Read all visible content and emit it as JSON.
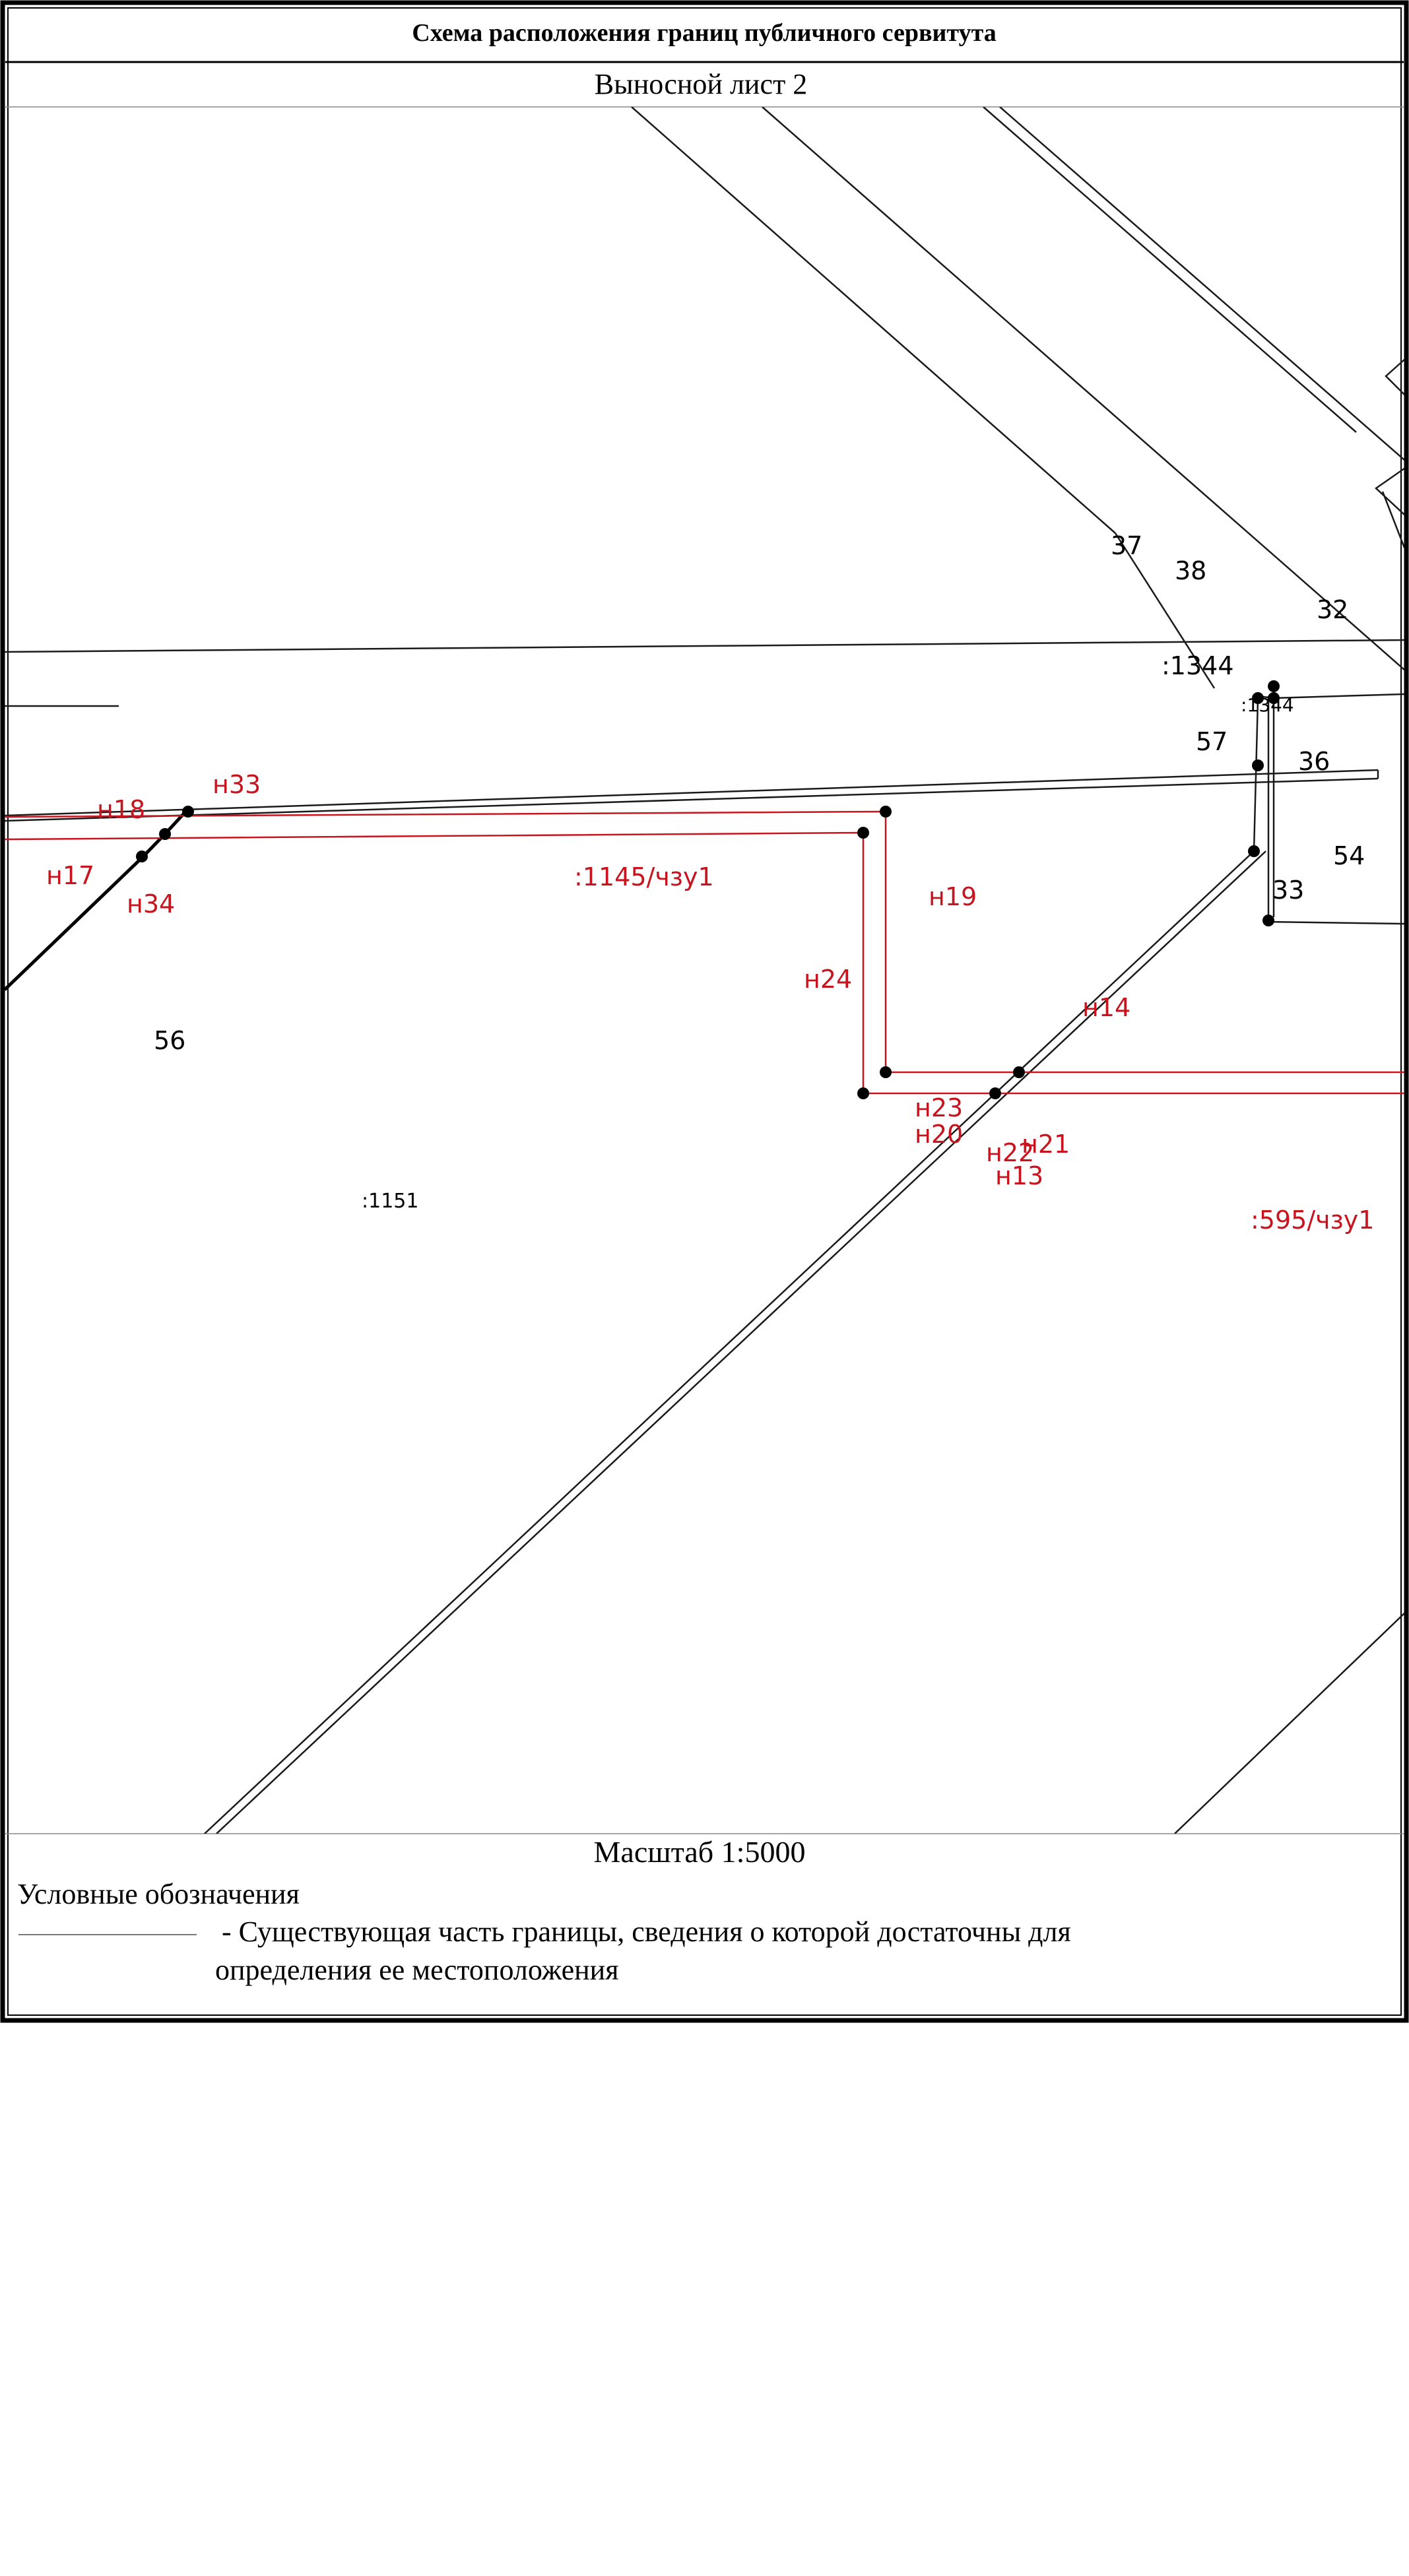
{
  "header": {
    "title": "Схема расположения границ публичного сервитута",
    "subtitle": "Выносной лист 2"
  },
  "map": {
    "labels_black": {
      "p37": "37",
      "p38": "38",
      "p32": "32",
      "parcel_1344_a": ":1344",
      "parcel_1344_b": ":1344",
      "p57": "57",
      "p36": "36",
      "p54": "54",
      "p33": "33",
      "p56": "56",
      "parcel_1151": ":1151"
    },
    "labels_red": {
      "n18": "н18",
      "n33": "н33",
      "n17": "н17",
      "n34": "н34",
      "zone_1145": ":1145/чзу1",
      "n19": "н19",
      "n24": "н24",
      "n14": "н14",
      "n23": "н23",
      "n20": "н20",
      "n22": "н22",
      "n21": "н21",
      "n13": "н13",
      "zone_595": ":595/чзу1"
    }
  },
  "footer": {
    "scale": "Масштаб 1:5000",
    "legend_title": "Условные обозначения",
    "legend_item_line1": "- Существующая часть границы, сведения о которой достаточны для",
    "legend_item_line2": "определения ее местоположения"
  },
  "colors": {
    "frame": "#000000",
    "existing_boundary": "#1a1a1a",
    "servitude_boundary": "#c8141e",
    "servitude_text": "#c8141e",
    "legend_line": "#7a7a7a"
  }
}
